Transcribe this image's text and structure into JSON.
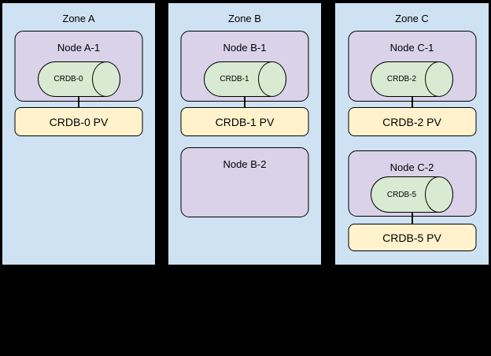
{
  "diagram": {
    "description": "Zone topology diagram with CRDB pods and persistent volumes",
    "background": "#000000",
    "colors": {
      "zone_fill": "#cfe2f3",
      "node_fill": "#d9d2e9",
      "cylinder_fill": "#d9ead3",
      "pv_fill": "#fff2cc",
      "border": "#000000"
    },
    "zones": [
      {
        "title": "Zone A",
        "nodes": [
          {
            "label": "Node A-1",
            "pod": "CRDB-0",
            "pv": "CRDB-0 PV"
          }
        ]
      },
      {
        "title": "Zone B",
        "nodes": [
          {
            "label": "Node B-1",
            "pod": "CRDB-1",
            "pv": "CRDB-1 PV"
          },
          {
            "label": "Node B-2"
          }
        ]
      },
      {
        "title": "Zone C",
        "nodes": [
          {
            "label": "Node C-1",
            "pod": "CRDB-2",
            "pv": "CRDB-2 PV"
          },
          {
            "label": "Node C-2",
            "pod": "CRDB-5",
            "pv": "CRDB-5 PV"
          }
        ]
      }
    ]
  }
}
